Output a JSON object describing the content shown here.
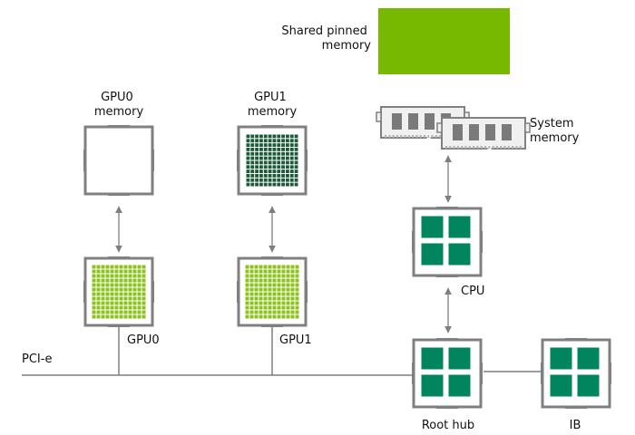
{
  "labels": {
    "shared_pinned": [
      "Shared pinned",
      "memory"
    ],
    "gpu0_memory": [
      "GPU0",
      "memory"
    ],
    "gpu1_memory": [
      "GPU1",
      "memory"
    ],
    "system_memory": [
      "System",
      "memory"
    ],
    "gpu0": "GPU0",
    "gpu1": "GPU1",
    "cpu": "CPU",
    "pcie": "PCI-e",
    "root_hub": "Root hub",
    "ib": "IB"
  },
  "colors": {
    "chip_border": "#808080",
    "nvidia_green": "#76b900",
    "grid_green": "#8cc21e",
    "dark_green_grid": "#1d5a3a",
    "teal_block": "#00855f",
    "line": "#7f7f7f",
    "text": "#111111",
    "dimm_fill": "#f0f0f0",
    "dimm_block": "#7a7a7a"
  },
  "icons": {
    "memory_chip": "empty-chip-icon",
    "gpu_chip": "gpu-chip-icon",
    "cpu_chip": "cpu-chip-icon",
    "dimm": "memory-module-icon"
  }
}
